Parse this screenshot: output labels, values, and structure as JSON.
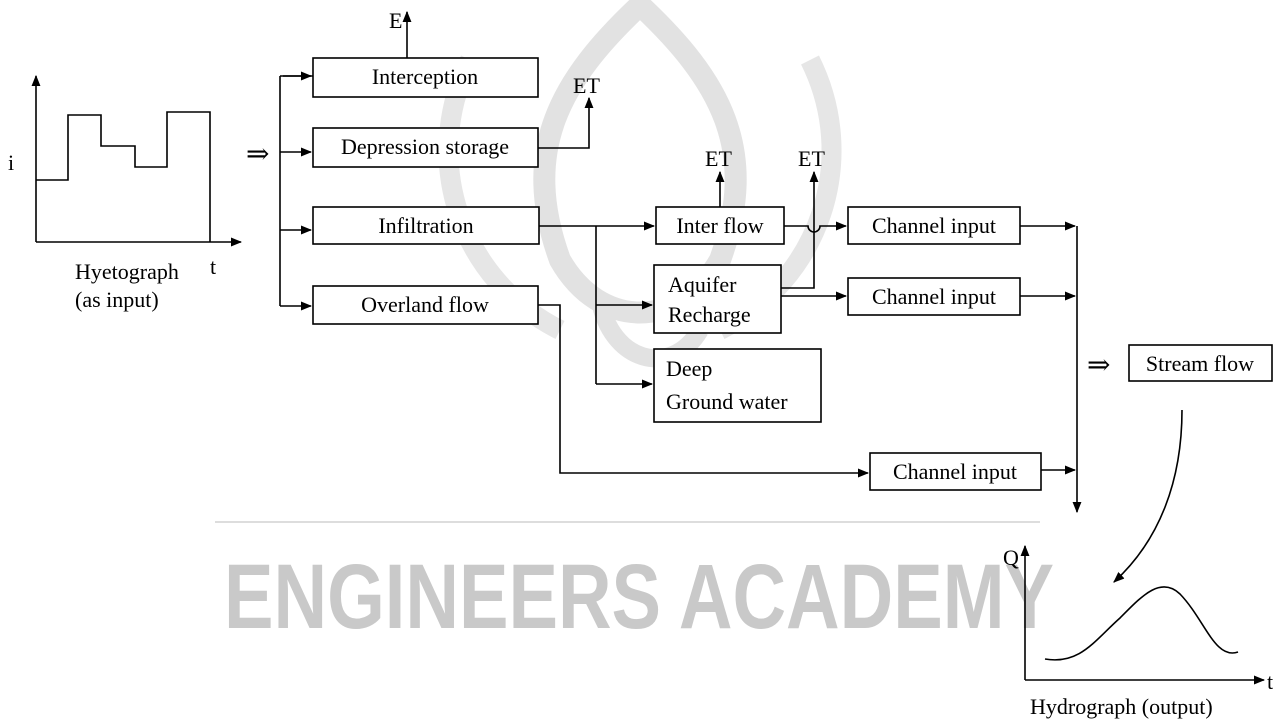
{
  "watermark": {
    "text": "ENGINEERS ACADEMY",
    "color": "#c9c9c9"
  },
  "hyetograph": {
    "y_label": "i",
    "x_label": "t",
    "caption_line1": "Hyetograph",
    "caption_line2": "(as input)"
  },
  "processes": {
    "interception": "Interception",
    "depression_storage": "Depression storage",
    "infiltration": "Infiltration",
    "overland_flow": "Overland flow",
    "inter_flow": "Inter flow",
    "aquifer_recharge_line1": "Aquifer",
    "aquifer_recharge_line2": "Recharge",
    "deep_ground_water_line1": "Deep",
    "deep_ground_water_line2": "Ground water",
    "channel_input_1": "Channel input",
    "channel_input_2": "Channel input",
    "channel_input_3": "Channel input",
    "stream_flow": "Stream flow"
  },
  "losses": {
    "evaporation": "E",
    "et_depression": "ET",
    "et_interflow": "ET",
    "et_aquifer": "ET"
  },
  "symbols": {
    "implies_input": "⇒",
    "implies_stream": "⇒"
  },
  "hydrograph": {
    "y_label": "Q",
    "x_label": "t",
    "caption": "Hydrograph (output)"
  }
}
